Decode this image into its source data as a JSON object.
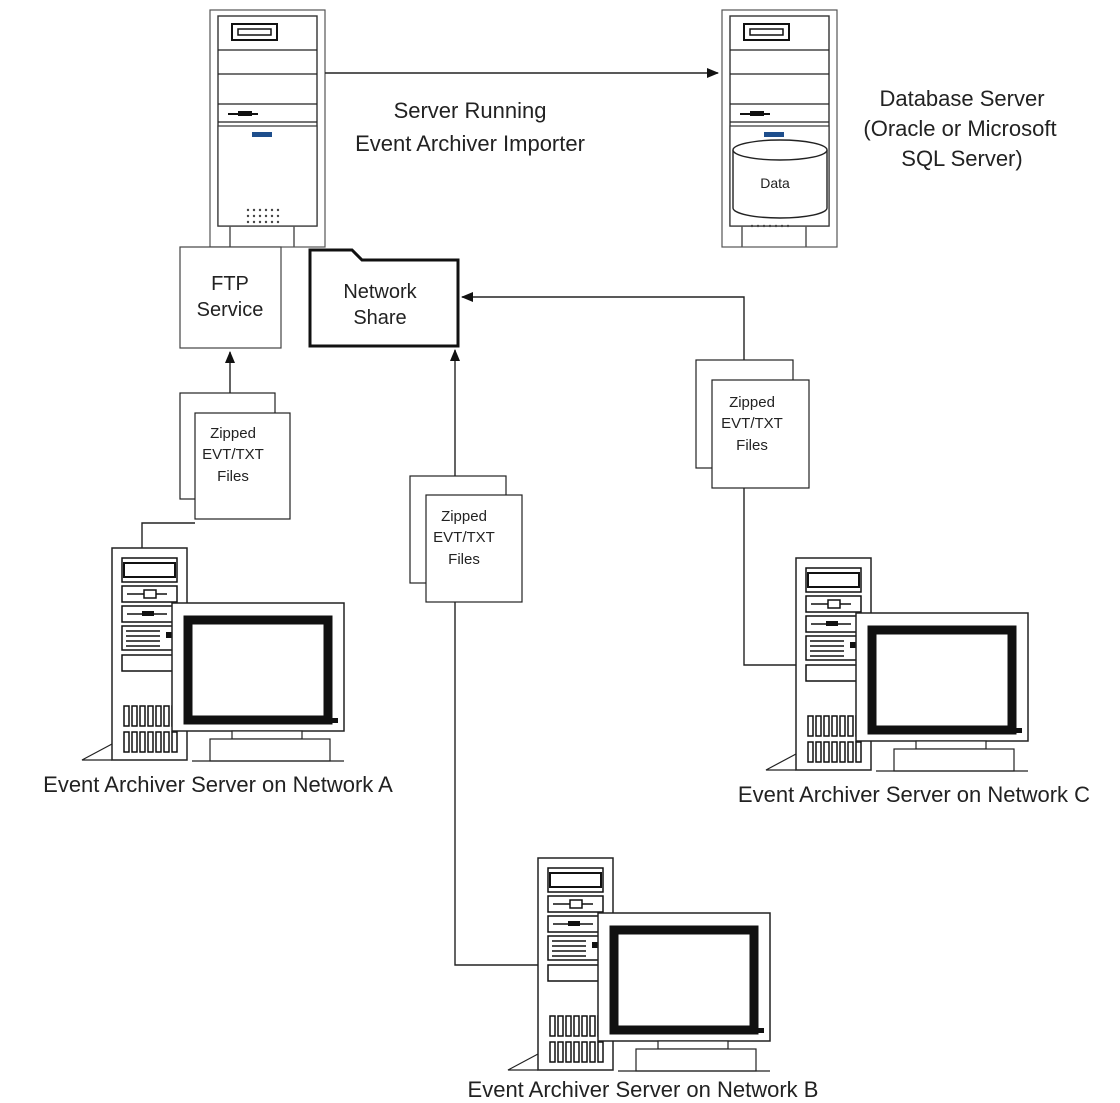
{
  "importer": {
    "label_line1": "Server Running",
    "label_line2": "Event Archiver Importer"
  },
  "database": {
    "label_line1": "Database Server",
    "label_line2": "(Oracle or Microsoft",
    "label_line3": "SQL Server)",
    "disk_label": "Data"
  },
  "ftp": {
    "label_line1": "FTP",
    "label_line2": "Service"
  },
  "share": {
    "label_line1": "Network",
    "label_line2": "Share"
  },
  "files": {
    "line1": "Zipped",
    "line2": "EVT/TXT",
    "line3": "Files"
  },
  "servers": {
    "a": "Event Archiver Server on Network A",
    "b": "Event Archiver Server on Network B",
    "c": "Event Archiver Server on Network C"
  },
  "colors": {
    "text": "#222222",
    "disk_tab": "#1e4e8c",
    "monitor": "#111111"
  }
}
